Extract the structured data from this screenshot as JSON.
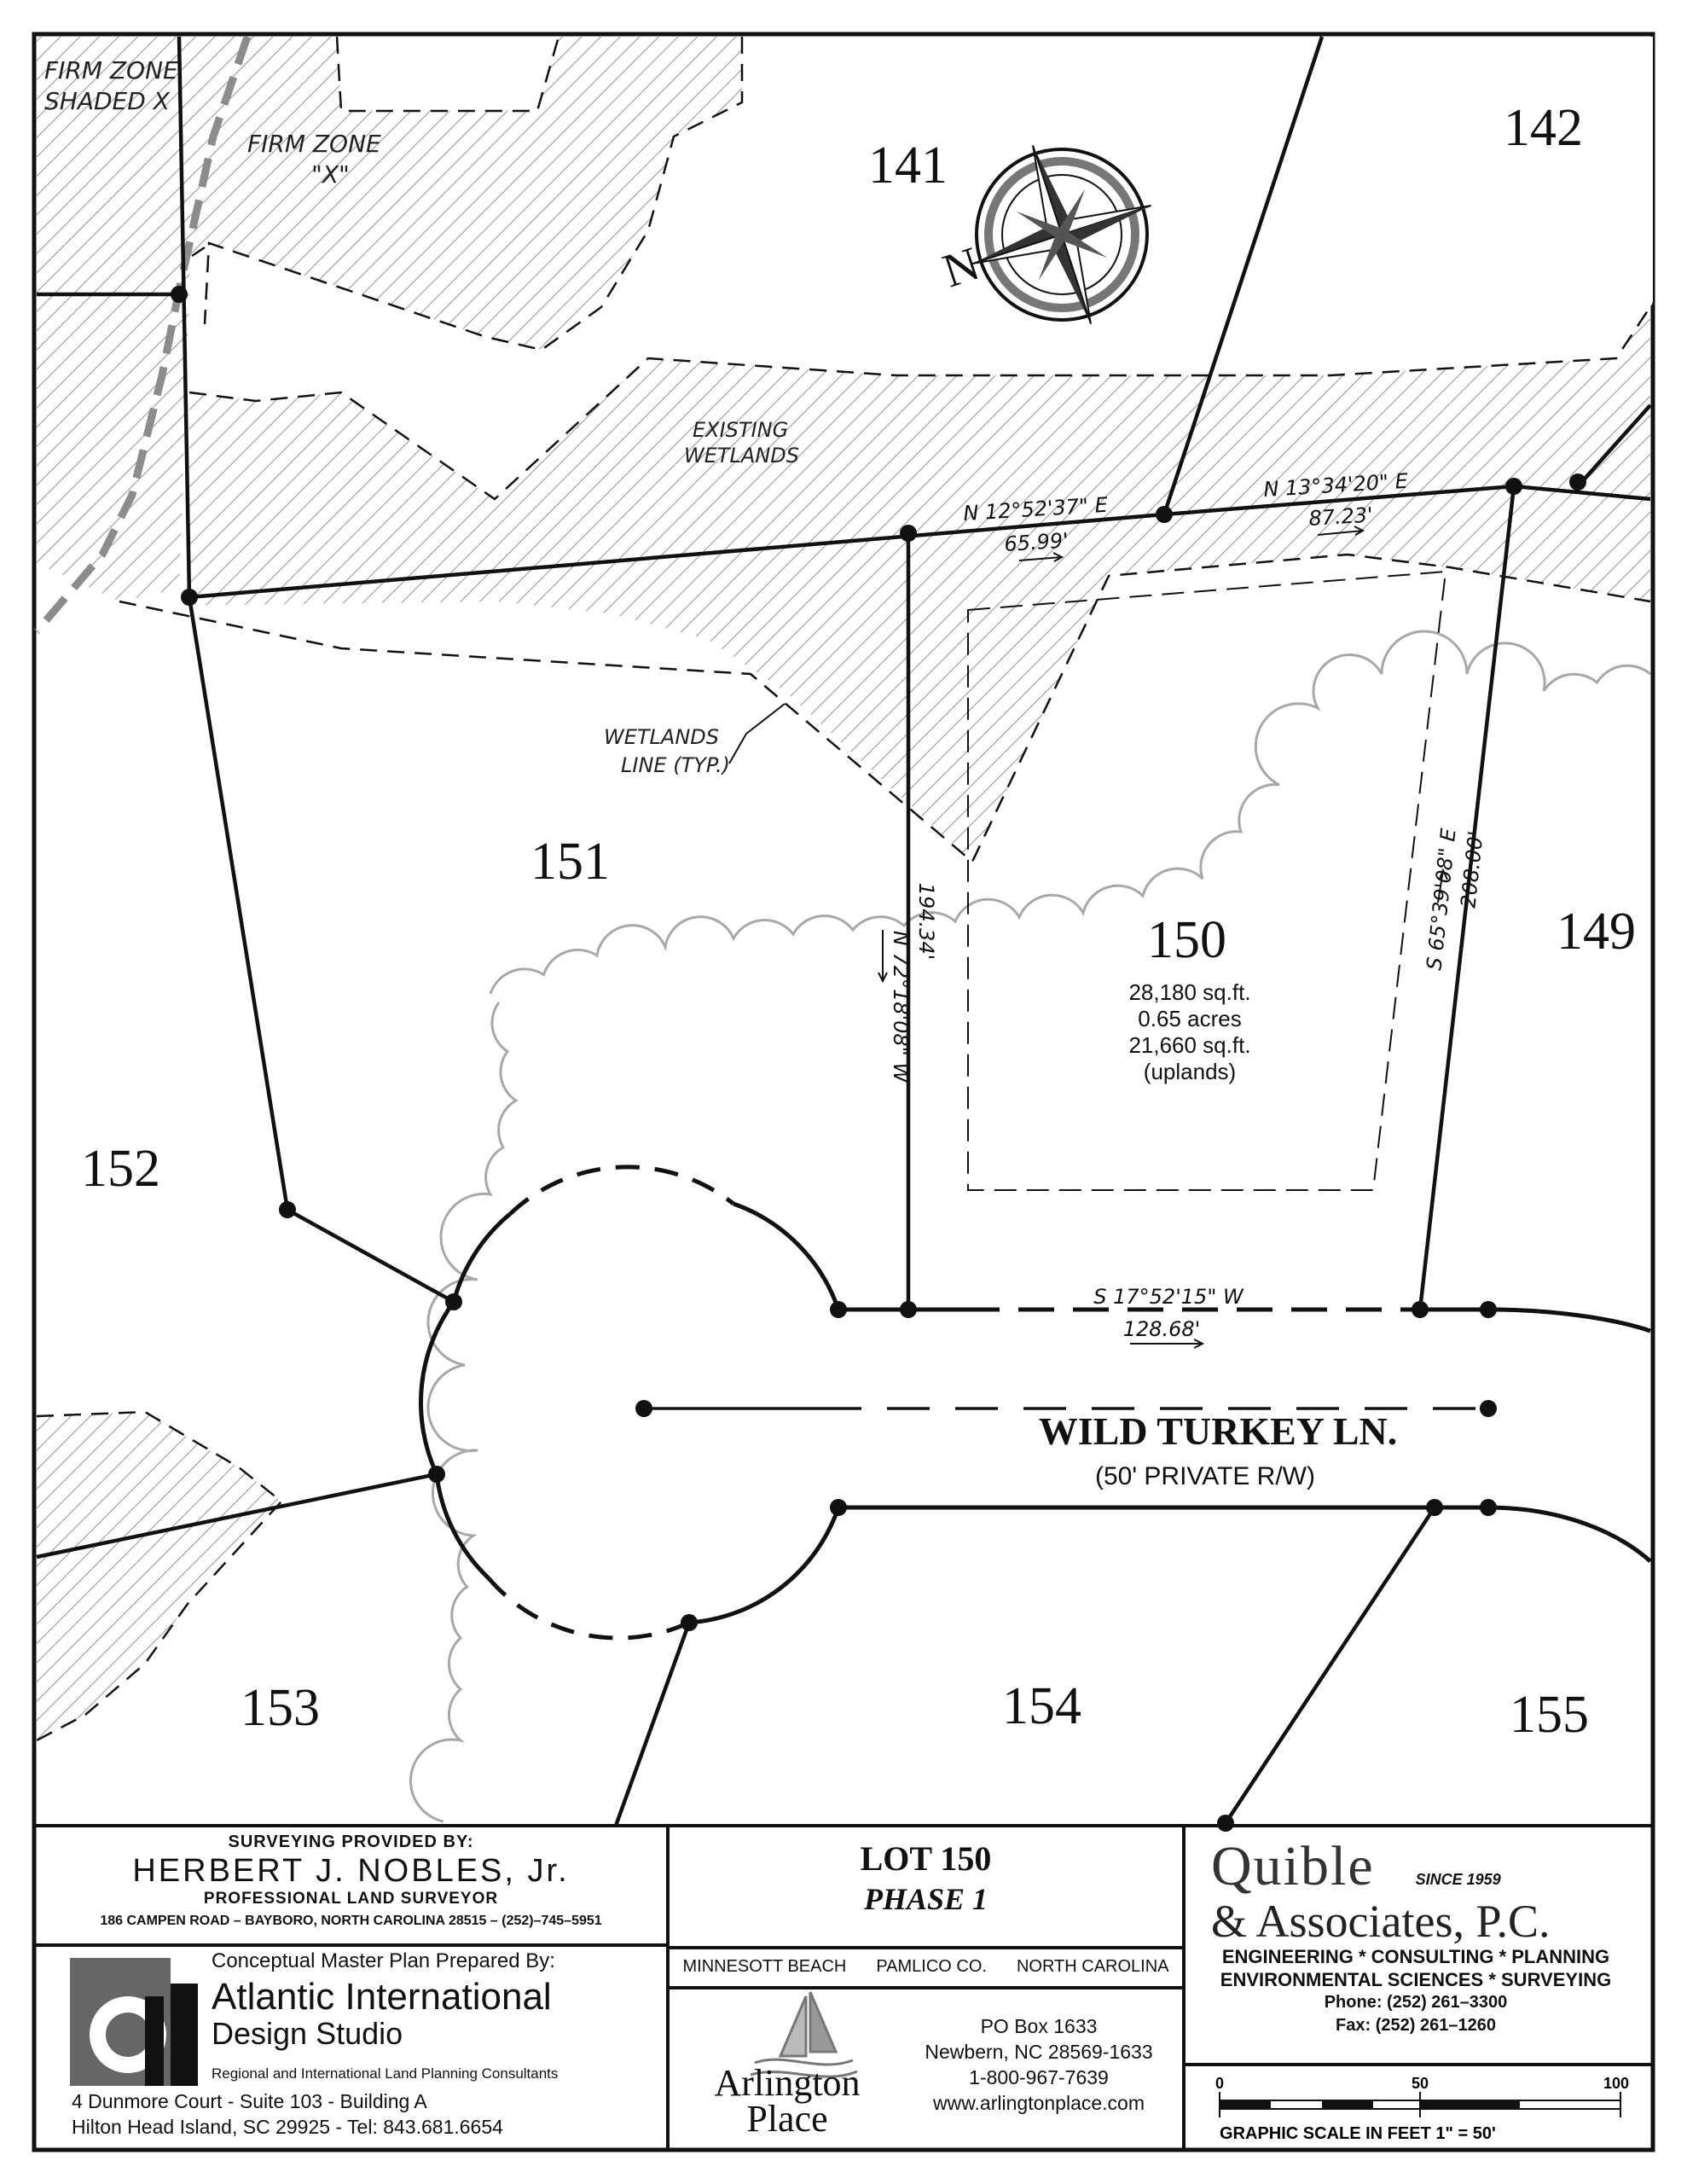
{
  "lots": {
    "l141": "141",
    "l142": "142",
    "l149": "149",
    "l150": "150",
    "l151": "151",
    "l152": "152",
    "l153": "153",
    "l154": "154",
    "l155": "155"
  },
  "lot150": {
    "sqft": "28,180 sq.ft.",
    "acres": "0.65 acres",
    "uplands_sqft": "21,660 sq.ft.",
    "uplands_label": "(uplands)"
  },
  "annotations": {
    "firm_shaded_1": "FIRM ZONE",
    "firm_shaded_2": "SHADED X",
    "firm_x_1": "FIRM ZONE",
    "firm_x_2": "\"X\"",
    "existing_1": "EXISTING",
    "existing_2": "WETLANDS",
    "wetlands_1": "WETLANDS",
    "wetlands_2": "LINE (TYP.)",
    "north": "N"
  },
  "bearings": {
    "n_west_bearing": "N 12°52'37\" E",
    "n_west_dist": "65.99'",
    "n_east_bearing": "N 13°34'20\" E",
    "n_east_dist": "87.23'",
    "w_bearing": "N 72°18'08\" W",
    "w_dist": "194.34'",
    "e_bearing": "S 65°39'08\" E",
    "e_dist": "208.00'",
    "s_bearing": "S 17°52'15\" W",
    "s_dist": "128.68'"
  },
  "road": {
    "name": "WILD TURKEY LN.",
    "row": "(50' PRIVATE R/W)"
  },
  "surveyor": {
    "header": "SURVEYING PROVIDED BY:",
    "name": "HERBERT J. NOBLES, Jr.",
    "title": "PROFESSIONAL LAND SURVEYOR",
    "address": "186 CAMPEN ROAD – BAYBORO, NORTH CAROLINA 28515 – (252)–745–5951"
  },
  "aids": {
    "header": "Conceptual Master Plan Prepared By:",
    "name1": "Atlantic International",
    "name2": "Design Studio",
    "tagline": "Regional and International Land Planning Consultants",
    "address": "4 Dunmore Court - Suite 103 - Building A",
    "city": "Hilton Head Island, SC  29925 - Tel:  843.681.6654"
  },
  "lot_block": {
    "lot": "LOT 150",
    "phase": "PHASE 1",
    "loc1": "MINNESOTT BEACH",
    "loc2": "PAMLICO CO.",
    "loc3": "NORTH CAROLINA"
  },
  "arlington": {
    "name1": "Arlington",
    "name2": "Place",
    "po": "PO Box 1633",
    "city": "Newbern, NC 28569-1633",
    "phone": "1-800-967-7639",
    "web": "www.arlingtonplace.com"
  },
  "quible": {
    "name1": "Quible",
    "since": "SINCE 1959",
    "name2": "& Associates, P.C.",
    "services1": "ENGINEERING * CONSULTING * PLANNING",
    "services2": "ENVIRONMENTAL SCIENCES * SURVEYING",
    "phone": "Phone: (252) 261–3300",
    "fax": "Fax: (252) 261–1260"
  },
  "scale": {
    "t0": "0",
    "t50": "50",
    "t100": "100",
    "label": "GRAPHIC SCALE IN FEET 1\" = 50'"
  },
  "colors": {
    "line": "#111111",
    "hatch": "#9a9a9a",
    "tree_line": "#a8a8a8"
  }
}
